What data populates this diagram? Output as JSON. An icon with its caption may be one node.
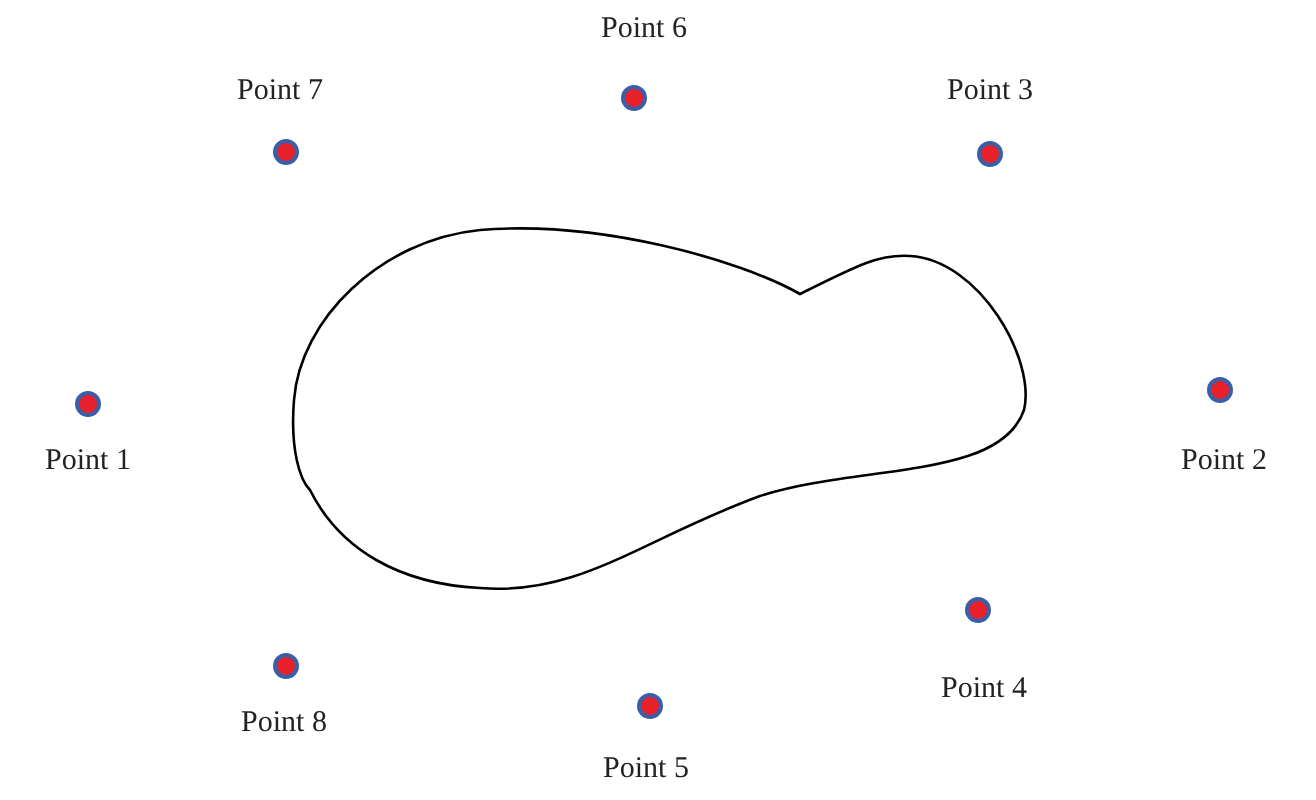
{
  "diagram": {
    "nodes": [
      {
        "text": [
          "Point 6"
        ]
      },
      {
        "text": [
          "Point 7"
        ]
      },
      {
        "text": [
          "Point 3"
        ]
      },
      {
        "text": [
          "Point 1"
        ]
      },
      {
        "text": [
          "Point 2"
        ]
      },
      {
        "text": [
          "Point 4"
        ]
      },
      {
        "text": [
          "Point 8"
        ]
      },
      {
        "text": [
          "Point 5"
        ]
      },
      {
        "text": [],
        "shape": "cloud"
      }
    ]
  }
}
